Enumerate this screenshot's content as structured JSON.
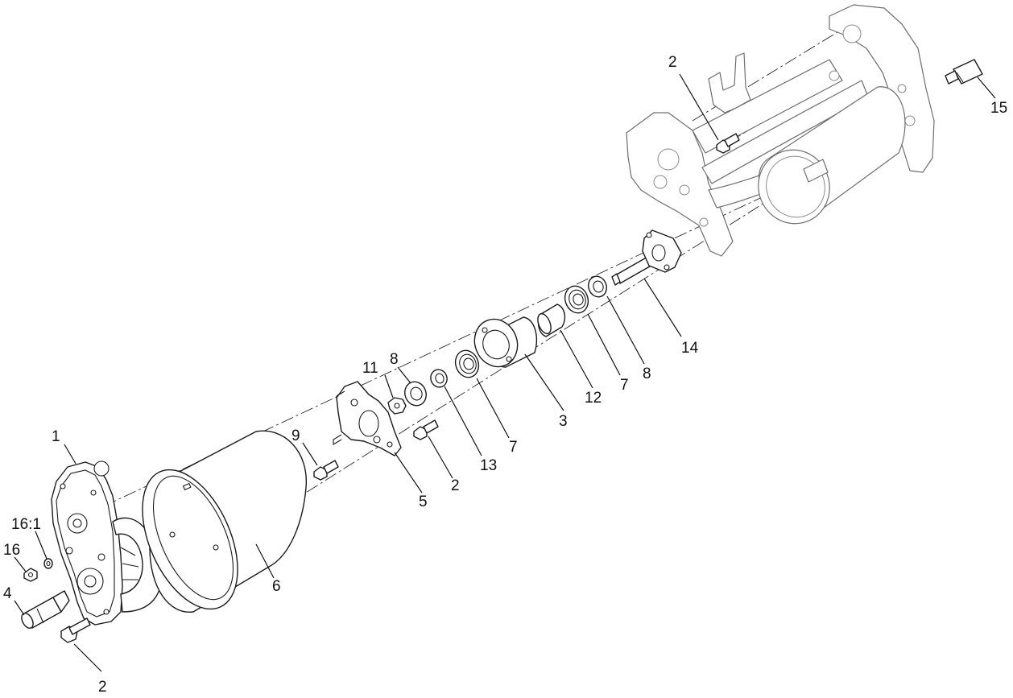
{
  "callouts": {
    "c1": "1",
    "c2_top": "2",
    "c2_mid": "2",
    "c2_bottom": "2",
    "c3": "3",
    "c4": "4",
    "c5": "5",
    "c6": "6",
    "c7_left": "7",
    "c7_right": "7",
    "c8_left": "8",
    "c8_right": "8",
    "c9": "9",
    "c11": "11",
    "c12": "12",
    "c13": "13",
    "c14": "14",
    "c15": "15",
    "c16": "16",
    "c16_1": "16:1"
  },
  "colors": {
    "line": "#1a1a1a",
    "ghost_line": "#6e6e6e",
    "background": "#ffffff"
  }
}
